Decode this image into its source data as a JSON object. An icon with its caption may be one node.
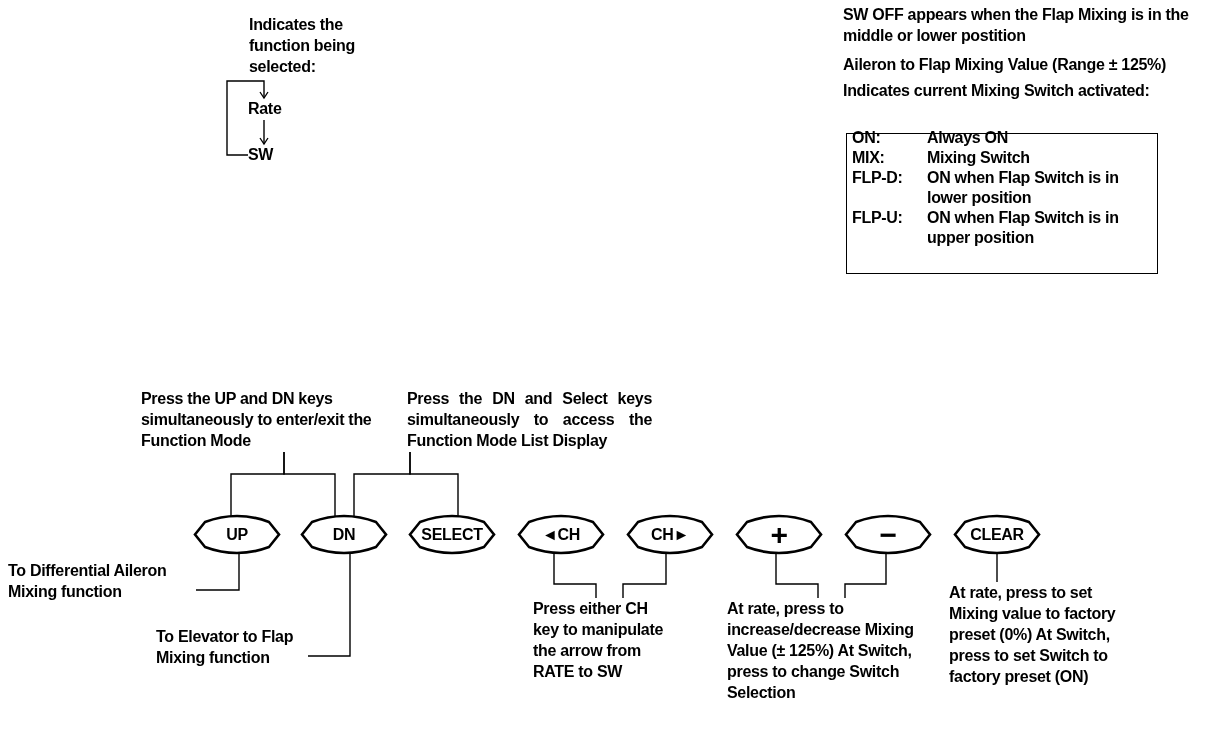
{
  "diagram": {
    "nodes": [
      {
        "text": [
          "Rate"
        ]
      },
      {
        "text": [
          "SW"
        ]
      },
      {
        "text": [
          "Press the UP and DN keys simultaneously to enter/exit the Function Mode"
        ]
      },
      {
        "text": [
          "Press the DN and Select keys simultaneously to access the Function Mode List Display"
        ]
      },
      {
        "text": [
          "UP"
        ]
      },
      {
        "text": [
          "DN"
        ]
      },
      {
        "text": [
          "SELECT"
        ]
      },
      {
        "text": [
          "◄CH"
        ]
      },
      {
        "text": [
          "CH►"
        ]
      },
      {
        "text": [
          "+"
        ]
      },
      {
        "text": [
          "−"
        ]
      },
      {
        "text": [
          "CLEAR"
        ]
      },
      {
        "text": [
          "To Differential Aileron Mixing function"
        ]
      },
      {
        "text": [
          "To Elevator to Flap Mixing function"
        ]
      },
      {
        "text": [
          "Press either CH key to manipulate the arrow from RATE to SW"
        ]
      },
      {
        "text": [
          "At rate, press to increase/decrease Mixing Value (± 125%) At Switch, press to change Switch Selection"
        ]
      },
      {
        "text": [
          "At rate, press to set Mixing value to factory preset (0%) At Switch, press to set Switch to factory preset (ON)"
        ]
      },
      {
        "text": [
          "ON:",
          "Always ON",
          "MIX:",
          "Mixing Switch",
          "FLP-D:",
          "ON when Flap Switch is in lower position",
          "FLP-U:",
          "ON when Flap Switch is in upper position"
        ]
      }
    ],
    "edges": [
      {
        "from": 0,
        "to": 1,
        "arrow": "to"
      },
      {
        "from": 1,
        "to": 0,
        "arrow": "to"
      },
      {
        "from": 2,
        "to": 4,
        "arrow": "none"
      },
      {
        "from": 2,
        "to": 5,
        "arrow": "none"
      },
      {
        "from": 3,
        "to": 5,
        "arrow": "none"
      },
      {
        "from": 3,
        "to": 6,
        "arrow": "none"
      },
      {
        "from": 12,
        "to": 4,
        "arrow": "none"
      },
      {
        "from": 13,
        "to": 5,
        "arrow": "none"
      },
      {
        "from": 14,
        "to": 7,
        "arrow": "none"
      },
      {
        "from": 14,
        "to": 8,
        "arrow": "none"
      },
      {
        "from": 15,
        "to": 9,
        "arrow": "none"
      },
      {
        "from": 15,
        "to": 10,
        "arrow": "none"
      },
      {
        "from": 16,
        "to": 11,
        "arrow": "none"
      }
    ],
    "labels": [
      "Indicates the function being selected:",
      "SW OFF appears when the Flap Mixing is in the middle or lower postition",
      "Aileron to Flap Mixing Value (Range ± 125%)",
      "Indicates current Mixing Switch activated:"
    ]
  }
}
